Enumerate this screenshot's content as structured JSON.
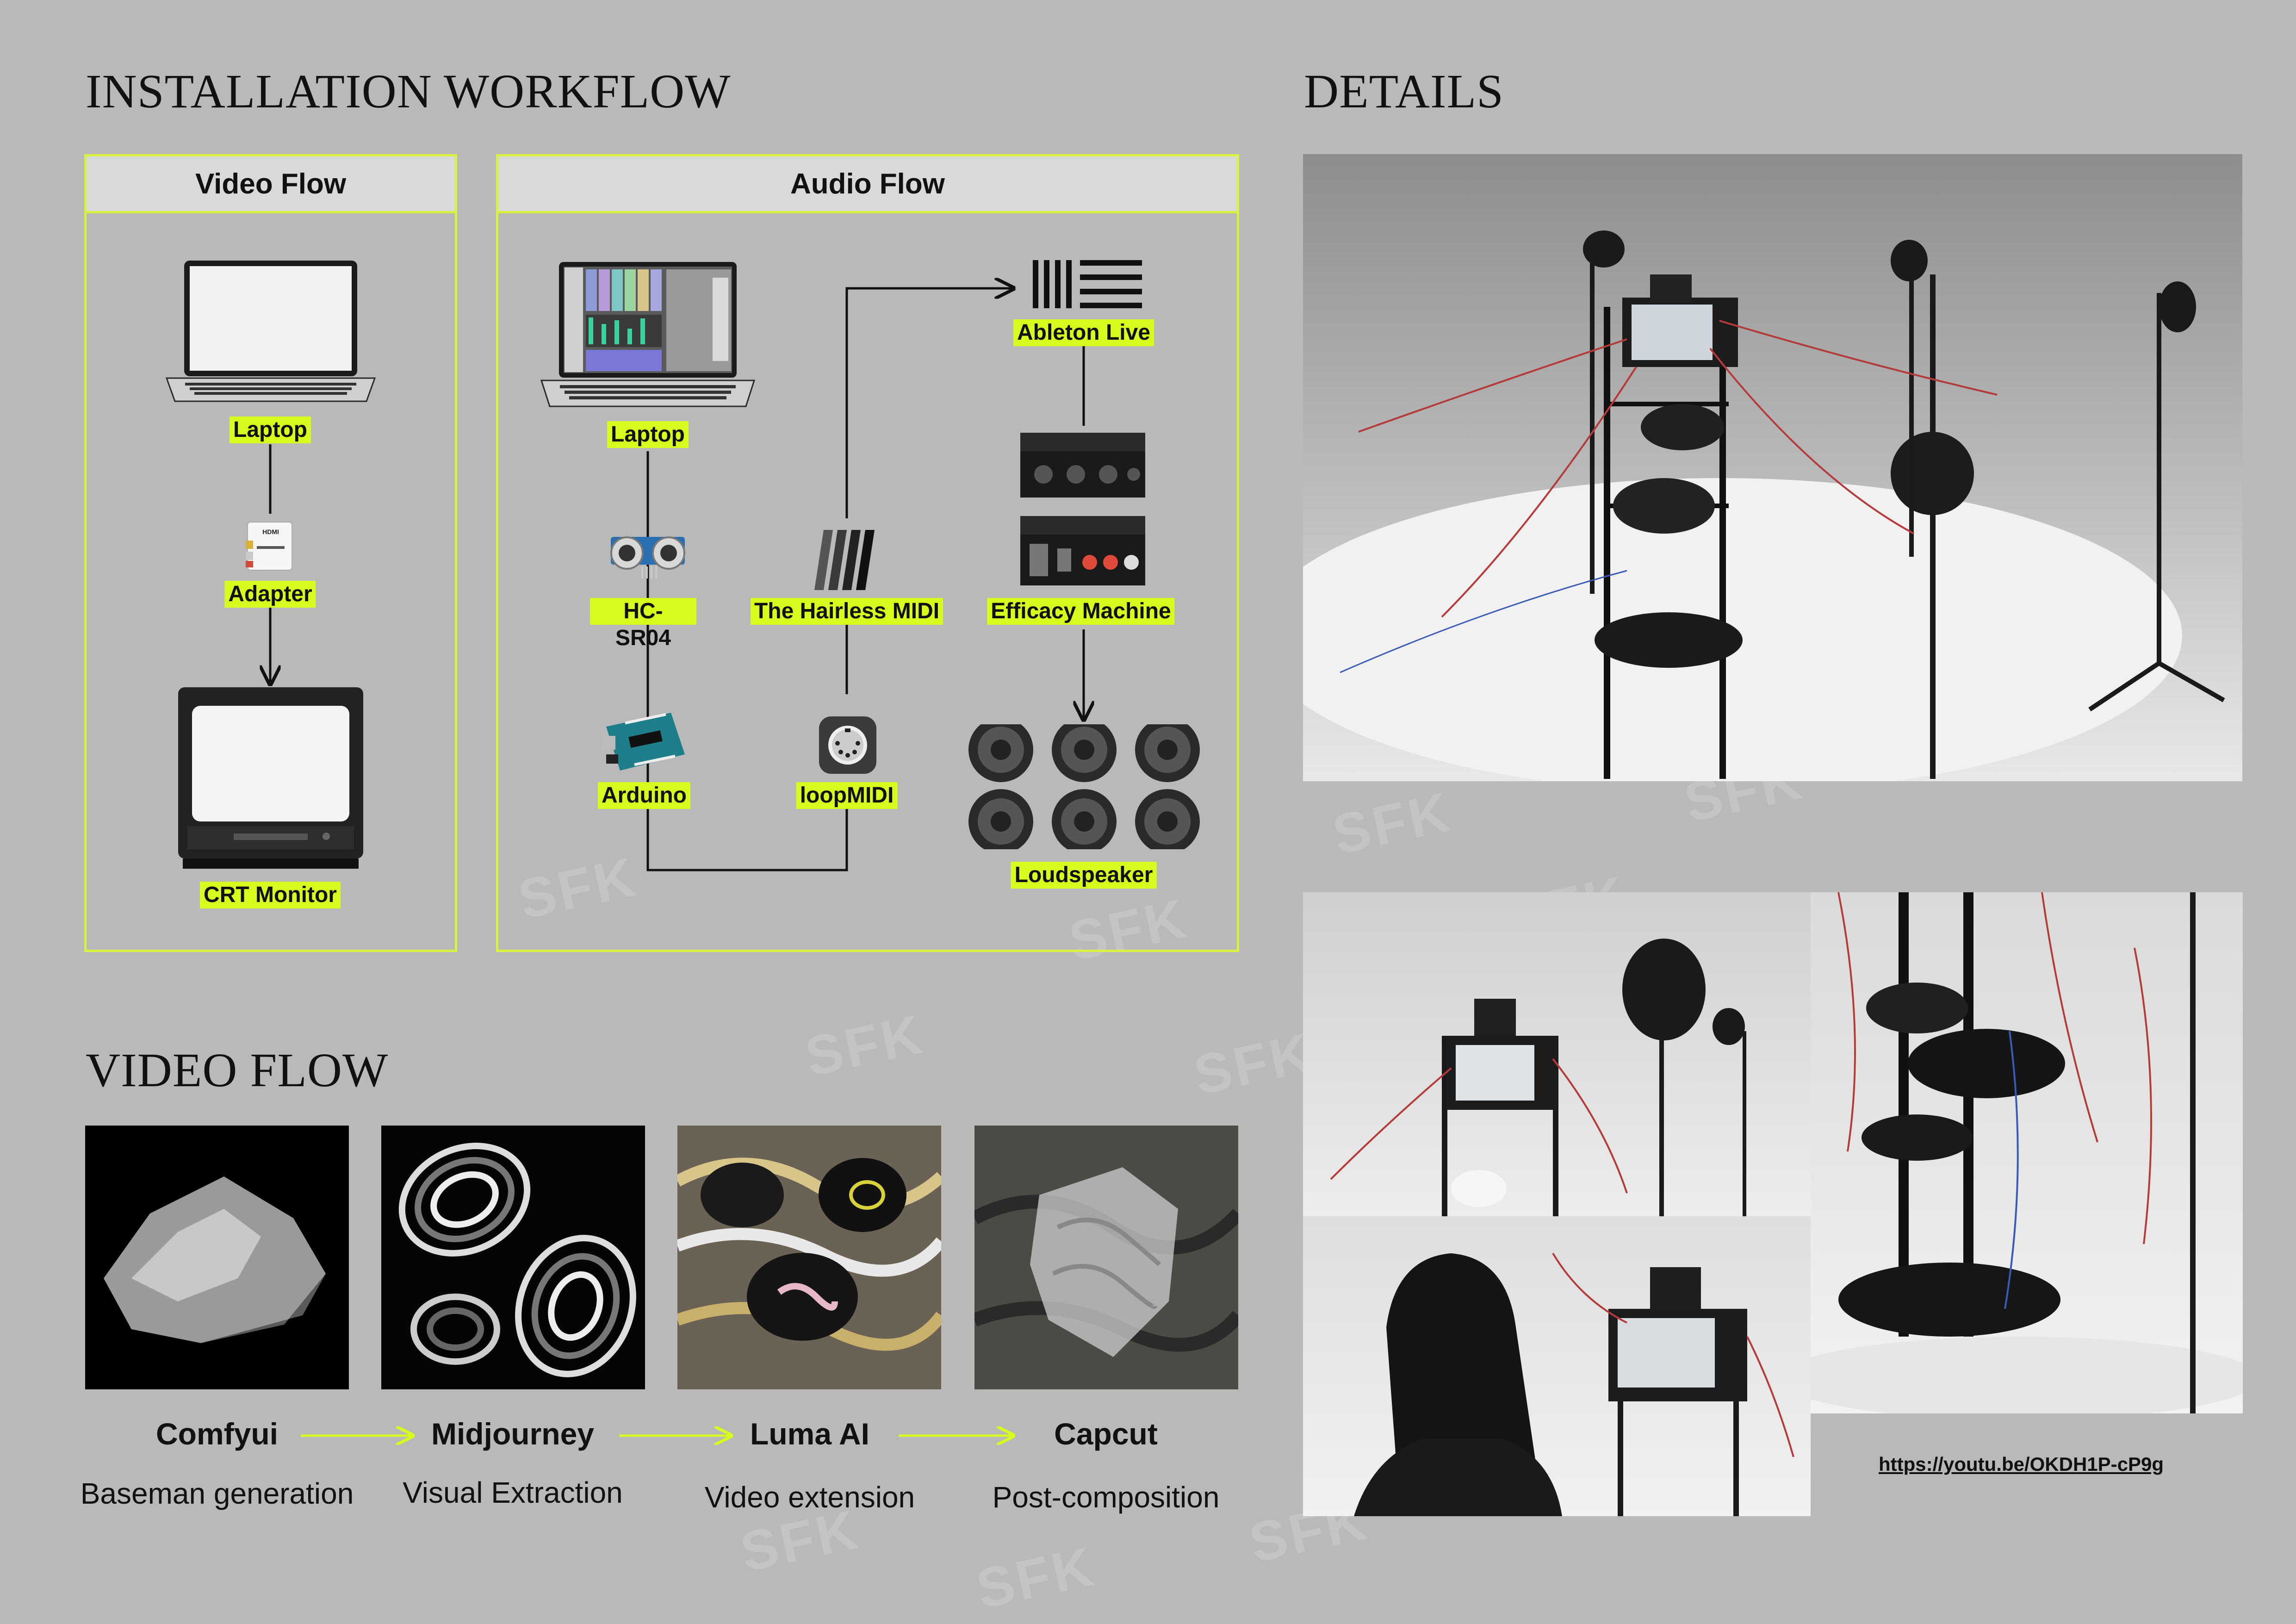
{
  "titles": {
    "workflow": "INSTALLATION WORKFLOW",
    "details": "DETAILS",
    "video_flow": "VIDEO FLOW"
  },
  "video_panel": {
    "heading": "Video Flow",
    "nodes": {
      "laptop": "Laptop",
      "adapter": "Adapter",
      "crt": "CRT Monitor"
    },
    "adapter_text": "HDMI"
  },
  "audio_panel": {
    "heading": "Audio Flow",
    "nodes": {
      "laptop": "Laptop",
      "sensor": "HC-SR04",
      "sensor_a": "HC-",
      "sensor_b": "SR04",
      "hairless": "The Hairless MIDI",
      "arduino": "Arduino",
      "loopmidi": "loopMIDI",
      "ableton": "Ableton Live",
      "amp": "Efficacy Machine",
      "speaker": "Loudspeaker"
    }
  },
  "pipeline": [
    {
      "name": "Comfyui",
      "desc": "Baseman generation"
    },
    {
      "name": "Midjourney",
      "desc": "Visual Extraction"
    },
    {
      "name": "Luma AI",
      "desc": "Video extension"
    },
    {
      "name": "Capcut",
      "desc": "Post-composition"
    }
  ],
  "link": "https://youtu.be/OKDH1P-cP9g",
  "watermark": "SFK",
  "colors": {
    "background": "#b9b9b9",
    "accent": "#d7fb1d",
    "panel_border": "#d8f23d",
    "panel_header": "#d9d9d9",
    "line": "#111111"
  },
  "icons": [
    "laptop-icon",
    "hdmi-adapter-icon",
    "crt-monitor-icon",
    "ultrasonic-sensor-icon",
    "arduino-board-icon",
    "hairless-midi-icon",
    "loopmidi-icon",
    "ableton-logo-icon",
    "amplifier-icon",
    "loudspeaker-icon"
  ]
}
